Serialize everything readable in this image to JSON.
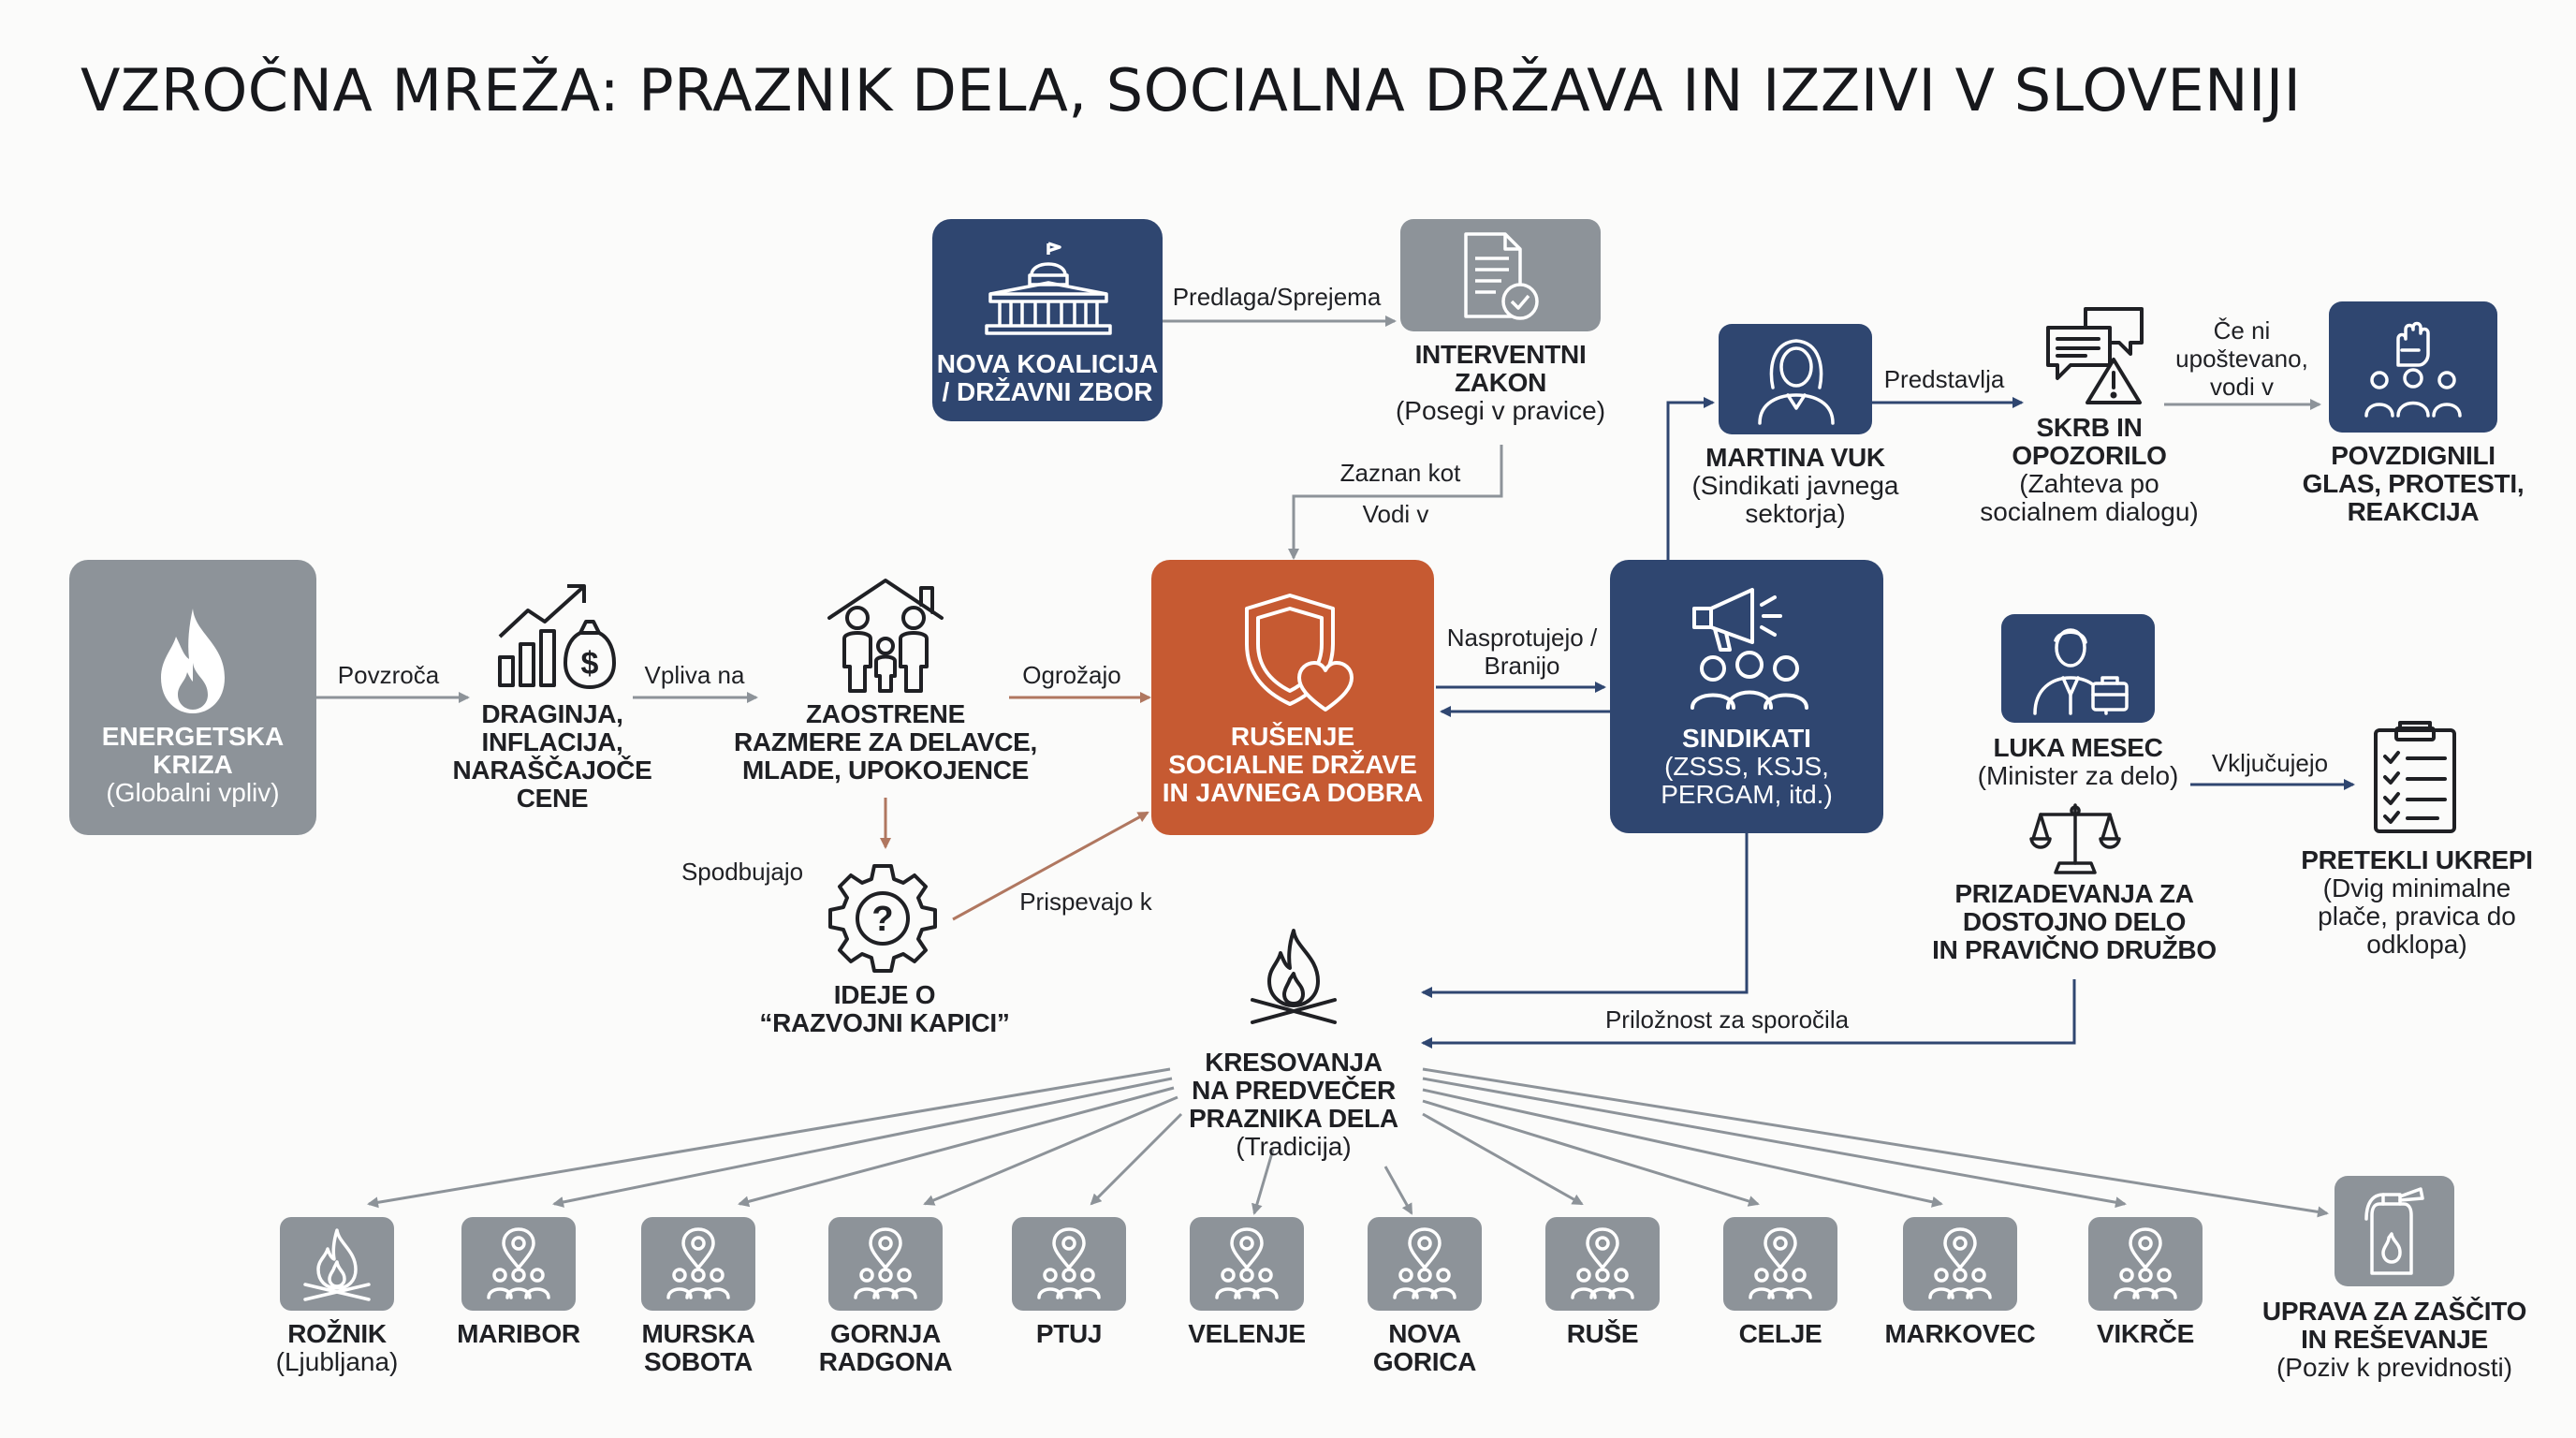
{
  "title": "VZROČNA MREŽA: PRAZNIK DELA, SOCIALNA DRŽAVA IN IZZIVI V SLOVENIJI",
  "colors": {
    "navy": "#2f4670",
    "gray": "#8d9399",
    "orange": "#c65a32",
    "arrow_gray": "#8d9399",
    "arrow_navy": "#2f4670",
    "arrow_brown": "#b07760"
  },
  "nodes": {
    "energy": {
      "icon": "fire-icon",
      "lines": [
        "ENERGETSKA",
        "KRIZA"
      ],
      "sub": "(Globalni vpliv)"
    },
    "inflation": {
      "icon": "chart-money-icon",
      "lines": [
        "DRAGINJA,",
        "INFLACIJA,",
        "NARAŠČAJOČE",
        "CENE"
      ]
    },
    "conditions": {
      "icon": "family-home-icon",
      "lines": [
        "ZAOSTRENE",
        "RAZMERE ZA DELAVCE,",
        "MLADE, UPOKOJENCE"
      ]
    },
    "ideas": {
      "icon": "gear-question-icon",
      "lines": [
        "IDEJE O",
        "“RAZVOJNI KAPICI”"
      ]
    },
    "coalition": {
      "icon": "parliament-icon",
      "lines": [
        "NOVA KOALICIJA",
        "/ DRŽAVNI ZBOR"
      ]
    },
    "law": {
      "icon": "document-check-icon",
      "lines": [
        "INTERVENTNI",
        "ZAKON"
      ],
      "sub": "(Posegi v pravice)"
    },
    "welfare": {
      "icon": "shield-heart-icon",
      "lines": [
        "RUŠENJE",
        "SOCIALNE DRŽAVE",
        "IN JAVNEGA DOBRA"
      ]
    },
    "unions": {
      "icon": "megaphone-group-icon",
      "lines": [
        "SINDIKATI"
      ],
      "sub": [
        "(ZSSS, KSJS,",
        "PERGAM, itd.)"
      ]
    },
    "vuk": {
      "icon": "woman-avatar-icon",
      "lines": [
        "MARTINA VUK"
      ],
      "sub": [
        "(Sindikati javnega",
        "sektorja)"
      ]
    },
    "concern": {
      "icon": "chat-warning-icon",
      "lines": [
        "SKRB IN",
        "OPOZORILO"
      ],
      "sub": [
        "(Zahteva po",
        "socialnem dialogu)"
      ]
    },
    "protests": {
      "icon": "raised-fist-crowd-icon",
      "lines": [
        "POVZDIGNILI",
        "GLAS, PROTESTI,",
        "REAKCIJA"
      ]
    },
    "mesec": {
      "icon": "minister-briefcase-icon",
      "lines": [
        "LUKA MESEC"
      ],
      "sub": [
        "(Minister za delo)"
      ]
    },
    "justice": {
      "icon": "scales-icon",
      "lines": [
        "PRIZADEVANJA ZA",
        "DOSTOJNO DELO",
        "IN PRAVIČNO DRUŽBO"
      ]
    },
    "measures": {
      "icon": "clipboard-list-icon",
      "lines": [
        "PRETEKLI UKREPI"
      ],
      "sub": [
        "(Dvig minimalne",
        "plače, pravica do",
        "odklopa)"
      ]
    },
    "bonfires": {
      "icon": "campfire-icon",
      "lines": [
        "KRESOVANJA",
        "NA PREDVEČER",
        "PRAZNIKA DELA"
      ],
      "sub": [
        "(Tradicija)"
      ]
    },
    "civil": {
      "icon": "fire-extinguisher-icon",
      "lines": [
        "UPRAVA ZA ZAŠČITO",
        "IN REŠEVANJE"
      ],
      "sub": [
        "(Poziv k previdnosti)"
      ]
    }
  },
  "edges": {
    "povzroca": "Povzroča",
    "vpliva_na": "Vpliva na",
    "ogrozajo": "Ogrožajo",
    "spodbujajo": "Spodbujajo",
    "prispevajo_k": "Prispevajo k",
    "predlaga": "Predlaga/Sprejema",
    "zaznan_kot": "Zaznan kot",
    "vodi_v": "Vodi v",
    "nasprotujejo": [
      "Nasprotujejo /",
      "Branijo"
    ],
    "predstavlja": "Predstavlja",
    "ce_ni": [
      "Če ni",
      "upoštevano,",
      "vodi v"
    ],
    "vkljucujejo": "Vključujejo",
    "priloznost": "Priložnost za sporočila"
  },
  "locations": [
    {
      "name": "ROŽNIK",
      "sub": "(Ljubljana)",
      "icon": "fire-icon"
    },
    {
      "name": "MARIBOR",
      "icon": "location-people-icon"
    },
    {
      "name": "MURSKA\nSOBOTA",
      "icon": "location-people-icon"
    },
    {
      "name": "GORNJA\nRADGONA",
      "icon": "location-people-icon"
    },
    {
      "name": "PTUJ",
      "icon": "location-people-icon"
    },
    {
      "name": "VELENJE",
      "icon": "location-people-icon"
    },
    {
      "name": "NOVA\nGORICA",
      "icon": "location-people-icon"
    },
    {
      "name": "RUŠE",
      "icon": "location-people-icon"
    },
    {
      "name": "CELJE",
      "icon": "location-people-icon"
    },
    {
      "name": "MARKOVEC",
      "icon": "location-people-icon"
    },
    {
      "name": "VIKRČE",
      "icon": "location-people-icon"
    }
  ]
}
